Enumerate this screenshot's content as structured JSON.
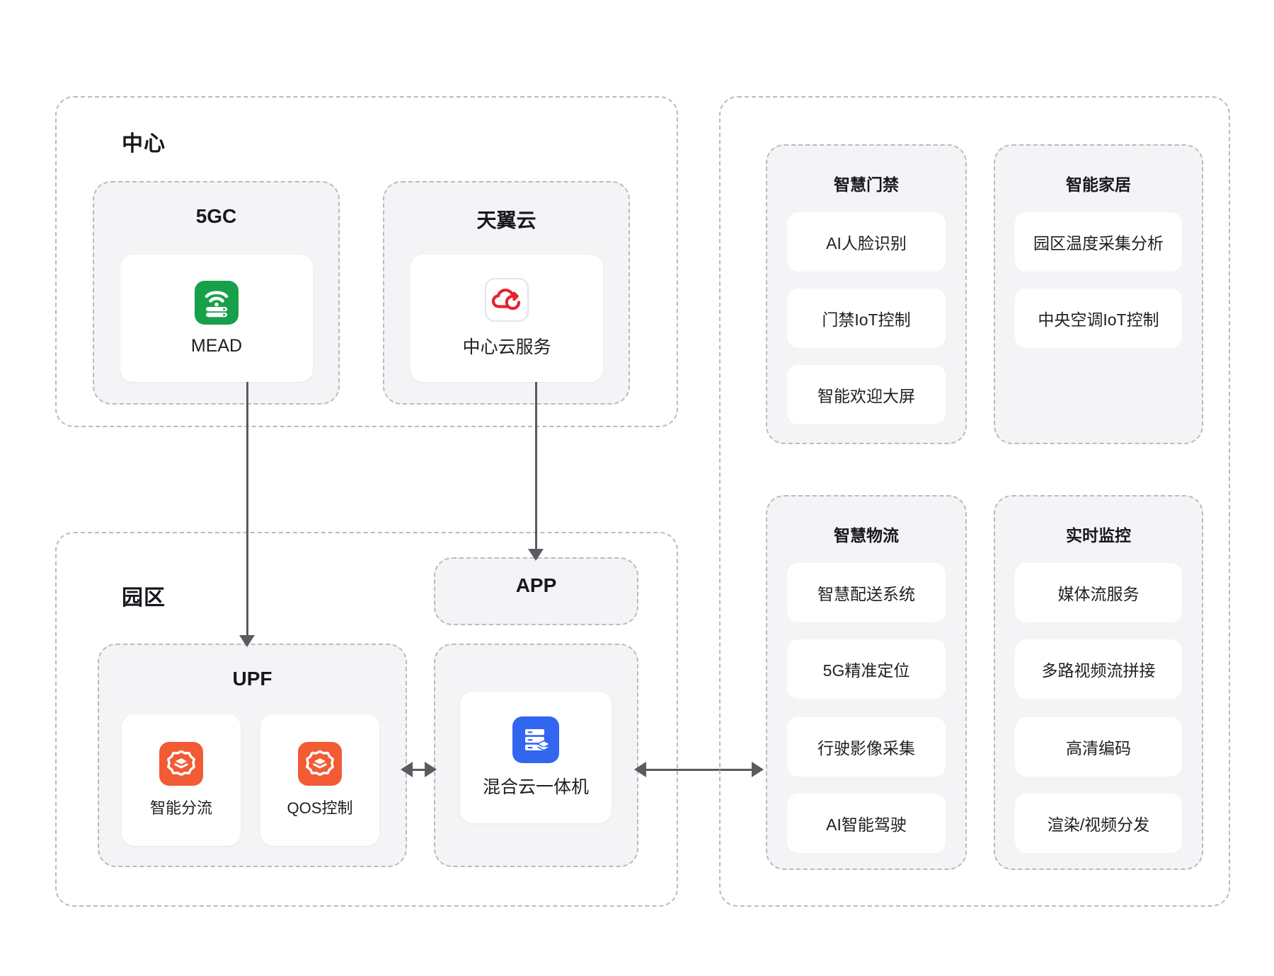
{
  "zones": {
    "center": {
      "label": "中心"
    },
    "campus": {
      "label": "园区"
    }
  },
  "center_groups": {
    "core_5gc": {
      "title": "5GC",
      "node": {
        "caption": "MEAD",
        "icon": "router-wifi-icon",
        "icon_color": "#17a04a"
      }
    },
    "tianyi_cloud": {
      "title": "天翼云",
      "node": {
        "caption": "中心云服务",
        "icon": "cloud-sync-icon",
        "icon_color": "#e1252e"
      }
    }
  },
  "campus_groups": {
    "upf": {
      "title": "UPF",
      "nodes": [
        {
          "caption": "智能分流",
          "icon": "gear-layers-icon",
          "icon_color": "#f25b34"
        },
        {
          "caption": "QOS控制",
          "icon": "gear-layers-icon",
          "icon_color": "#f25b34"
        }
      ]
    },
    "app": {
      "title": "APP"
    },
    "hybrid_cloud": {
      "node": {
        "caption": "混合云一体机",
        "icon": "server-stack-icon",
        "icon_color": "#3366f0"
      }
    }
  },
  "applications": [
    {
      "title": "智慧门禁",
      "items": [
        "AI人脸识别",
        "门禁IoT控制",
        "智能欢迎大屏"
      ]
    },
    {
      "title": "智能家居",
      "items": [
        "园区温度采集分析",
        "中央空调IoT控制"
      ]
    },
    {
      "title": "智慧物流",
      "items": [
        "智慧配送系统",
        "5G精准定位",
        "行驶影像采集",
        "AI智能驾驶"
      ]
    },
    {
      "title": "实时监控",
      "items": [
        "媒体流服务",
        "多路视频流拼接",
        "高清编码",
        "渲染/视频分发"
      ]
    }
  ],
  "connectors": {
    "mead_to_upf": "arrow-down",
    "cloud_to_app": "arrow-down",
    "upf_to_hybrid": "arrow-bidirectional",
    "hybrid_to_apps": "arrow-bidirectional"
  },
  "colors": {
    "dash_border": "#b9bbbe",
    "panel_fill": "#f4f4f6",
    "card_fill": "#ffffff",
    "connector": "#585b60",
    "text": "#16181d"
  }
}
